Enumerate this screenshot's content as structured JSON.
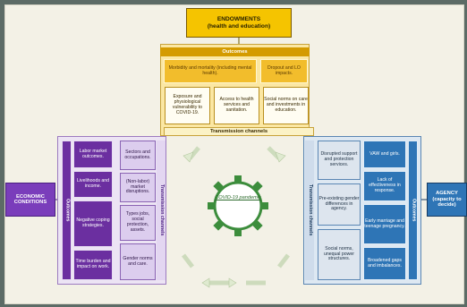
{
  "endowments": {
    "title": "ENDOWMENTS",
    "subtitle": "(health and education)"
  },
  "top_block": {
    "outcomes_label": "Outcomes",
    "outcomes": [
      "Morbidity and mortality (including mental health).",
      "Dropout and LO impacts."
    ],
    "channels": [
      "Exposure and physiological vulnerability to COVID-19.",
      "Access to health services and sanitation.",
      "Social norms on care and investments in education."
    ],
    "transmission_label": "Transmission channels"
  },
  "left_block": {
    "box": "ECONOMIC CONDITIONS",
    "outcomes_label": "Outcomes",
    "transmission_label": "Transmission channels",
    "outcomes": [
      "Labor market outcomes.",
      "Livelihoods and income.",
      "Negative coping strategies.",
      "Time burden and impact on work."
    ],
    "channels": [
      "Sectors and occupations.",
      "(Non-labor) market disruptions.",
      "Types jobs, social protection, assets.",
      "Gender norms and care."
    ]
  },
  "right_block": {
    "box": "AGENCY (capacity to decide)",
    "outcomes_label": "Outcomes",
    "transmission_label": "Transmission channels",
    "channels": [
      "Disrupted support and protection services.",
      "Pre-existing gender differences in agency.",
      "Social norms, unequal power structures."
    ],
    "outcomes": [
      "VAW and girls.",
      "Lack of effectiveness in response.",
      "Early marriage and teenage pregnancy.",
      "Broadened gaps and imbalances."
    ]
  },
  "center": {
    "label": "COVID-19 pandemic"
  },
  "colors": {
    "endowments": "#f5c400",
    "economic": "#6b2fa0",
    "agency": "#2e75b6",
    "virus": "#3c8d3c"
  }
}
